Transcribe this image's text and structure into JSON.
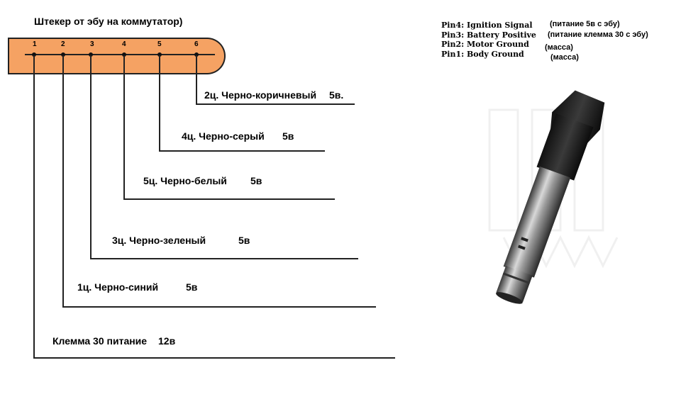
{
  "title": "Штекер от эбу на коммутатор)",
  "connector": {
    "pins": [
      "1",
      "2",
      "3",
      "4",
      "5",
      "6"
    ],
    "color": "#f5a263"
  },
  "wires": [
    {
      "label": "2ц. Черно-коричневый",
      "voltage": "5в."
    },
    {
      "label": "4ц. Черно-серый",
      "voltage": "5в"
    },
    {
      "label": "5ц. Черно-белый",
      "voltage": "5в"
    },
    {
      "label": "3ц. Черно-зеленый",
      "voltage": "5в"
    },
    {
      "label": "1ц. Черно-синий",
      "voltage": "5в"
    },
    {
      "label": "Клемма 30 питание",
      "voltage": "12в"
    }
  ],
  "pin_legend": [
    {
      "pin": "Pin4: Ignition Signal",
      "note": "(питание 5в с эбу)"
    },
    {
      "pin": "Pin3: Battery Positive",
      "note": "(питание клемма 30 с эбу)"
    },
    {
      "pin": "Pin2: Motor Ground",
      "note": "(масса)"
    },
    {
      "pin": "Pin1: Body Ground",
      "note": "(масса)"
    }
  ]
}
